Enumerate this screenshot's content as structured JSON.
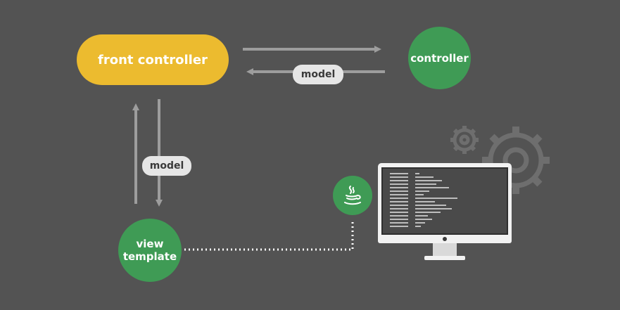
{
  "nodes": {
    "front_controller": "front controller",
    "controller": "controller",
    "view_template_line1": "view",
    "view_template_line2": "template"
  },
  "edges": {
    "model_top": "model",
    "model_left": "model"
  },
  "colors": {
    "background": "#535353",
    "front_controller": "#ecbb2f",
    "green_node": "#3f9b55",
    "arrow": "#9d9d9d",
    "pill": "#e6e6e6",
    "gear": "#6e6e6e",
    "monitor_screen": "#4a4a4a",
    "monitor_frame": "#f2f2f2"
  },
  "icons": {
    "java": "java-coffee-cup-icon",
    "gears": "gears-icon",
    "monitor": "monitor-icon"
  }
}
